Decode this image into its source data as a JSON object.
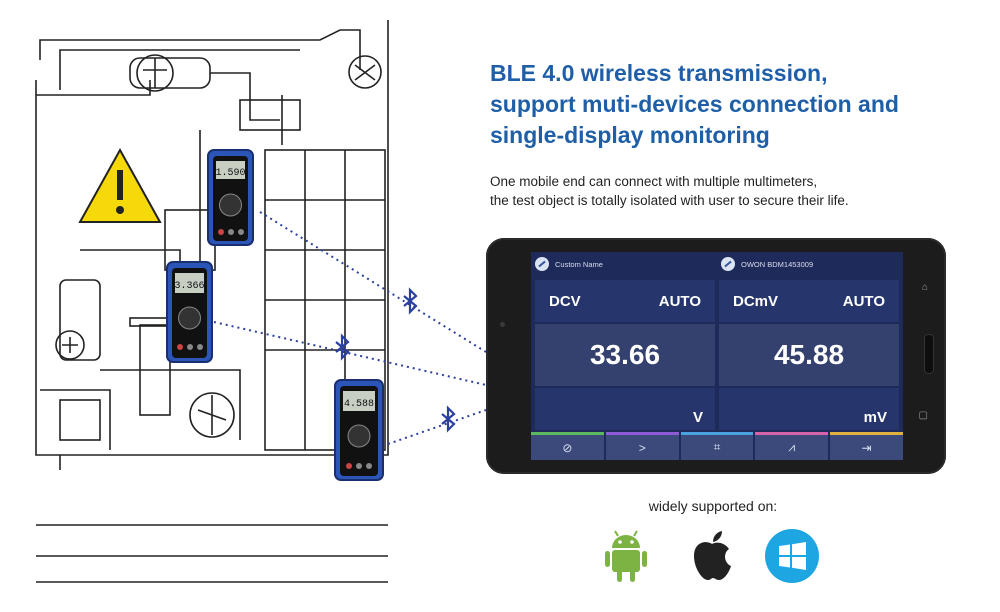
{
  "headline": {
    "line1": "BLE 4.0 wireless transmission,",
    "line2": "support muti-devices connection and",
    "line3": "single-display monitoring"
  },
  "description": {
    "line1": "One mobile end can connect with multiple multimeters,",
    "line2": "the test object is totally isolated with user to secure their life."
  },
  "illustration": {
    "meters": [
      {
        "reading": "1.590"
      },
      {
        "reading": "3.366"
      },
      {
        "reading": "4.588"
      }
    ]
  },
  "app": {
    "devices": [
      {
        "name": "Custom Name",
        "mode": "DCV",
        "range": "AUTO",
        "value": "33.66",
        "unit": "V"
      },
      {
        "name": "OWON BDM1453009",
        "mode": "DCmV",
        "range": "AUTO",
        "value": "45.88",
        "unit": "mV"
      }
    ],
    "toolbar": [
      {
        "icon": "link-icon",
        "glyph": "⊘",
        "color": "#5cb85c"
      },
      {
        "icon": "next-icon",
        "glyph": ">",
        "color": "#8e5ad6"
      },
      {
        "icon": "fullscreen-icon",
        "glyph": "⌗",
        "color": "#4aa3df"
      },
      {
        "icon": "chart-icon",
        "glyph": "⩘",
        "color": "#d463a8"
      },
      {
        "icon": "exit-icon",
        "glyph": "⇥",
        "color": "#e0b040"
      }
    ]
  },
  "supported": {
    "label": "widely supported on:",
    "platforms": [
      "android",
      "apple",
      "windows"
    ]
  },
  "colors": {
    "headline": "#1f5fa8",
    "screen": "#1e2a5a",
    "android": "#7cb342",
    "windows": "#1ea6e3"
  }
}
